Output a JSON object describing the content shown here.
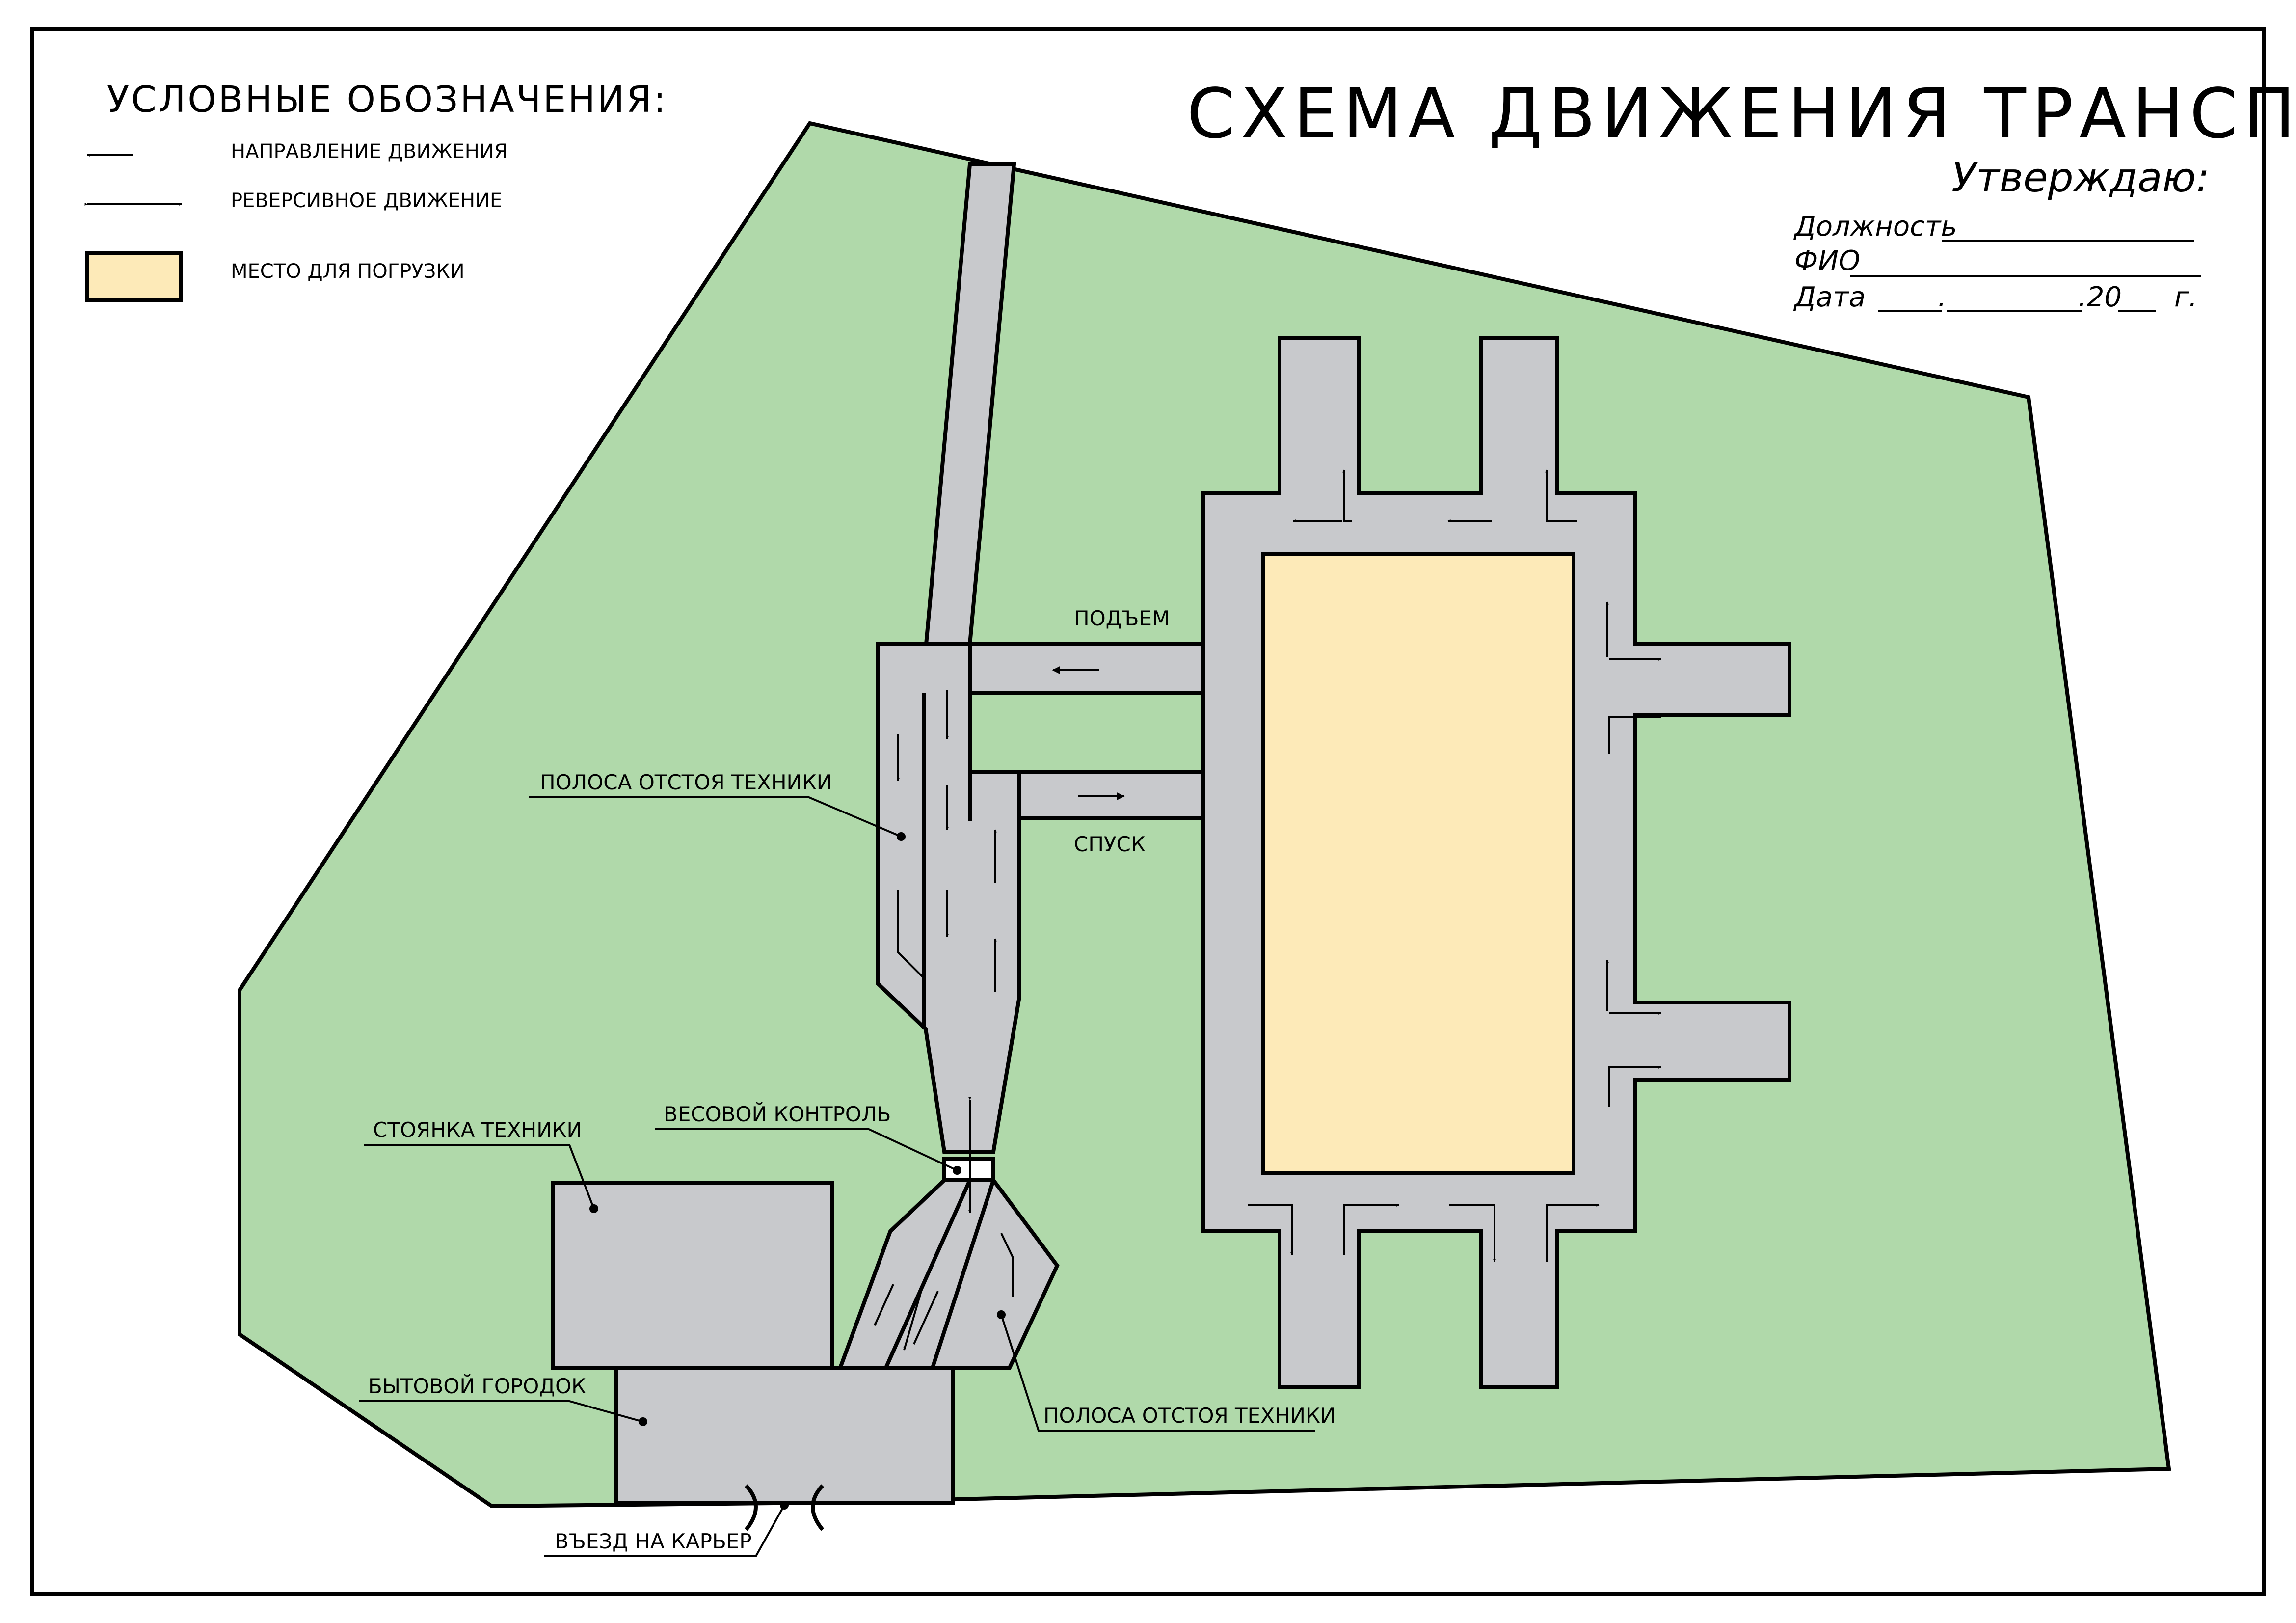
{
  "title": "СХЕМА ДВИЖЕНИЯ ТРАНСПОРТА",
  "legend": {
    "title": "УСЛОВНЫЕ ОБОЗНАЧЕНИЯ:",
    "items": [
      {
        "icon": "one-way-arrow-icon",
        "label": "НАПРАВЛЕНИЕ ДВИЖЕНИЯ"
      },
      {
        "icon": "two-way-arrow-icon",
        "label": "РЕВЕРСИВНОЕ ДВИЖЕНИЕ"
      },
      {
        "icon": "loading-area-swatch",
        "label": "МЕСТО ДЛЯ ПОГРУЗКИ"
      }
    ]
  },
  "approval": {
    "heading": "Утверждаю:",
    "position_label": "Должность",
    "name_label": "ФИО",
    "date_label": "Дата",
    "date_dot": ".",
    "date_year_prefix": ".20",
    "date_suffix": "г."
  },
  "labels": {
    "ascent": "ПОДЪЕМ",
    "descent": "СПУСК",
    "standby_lane_top": "ПОЛОСА ОТСТОЯ ТЕХНИКИ",
    "standby_lane_bottom": "ПОЛОСА ОТСТОЯ ТЕХНИКИ",
    "weight_control": "ВЕСОВОЙ КОНТРОЛЬ",
    "equipment_parking": "СТОЯНКА ТЕХНИКИ",
    "living_quarters": "БЫТОВОЙ ГОРОДОК",
    "quarry_entrance": "ВЪЕЗД НА КАРЬЕР"
  },
  "colors": {
    "site_area": "#b0d9aa",
    "road": "#c8c9cc",
    "loading_area": "#fdeab8",
    "outline": "#000000"
  }
}
